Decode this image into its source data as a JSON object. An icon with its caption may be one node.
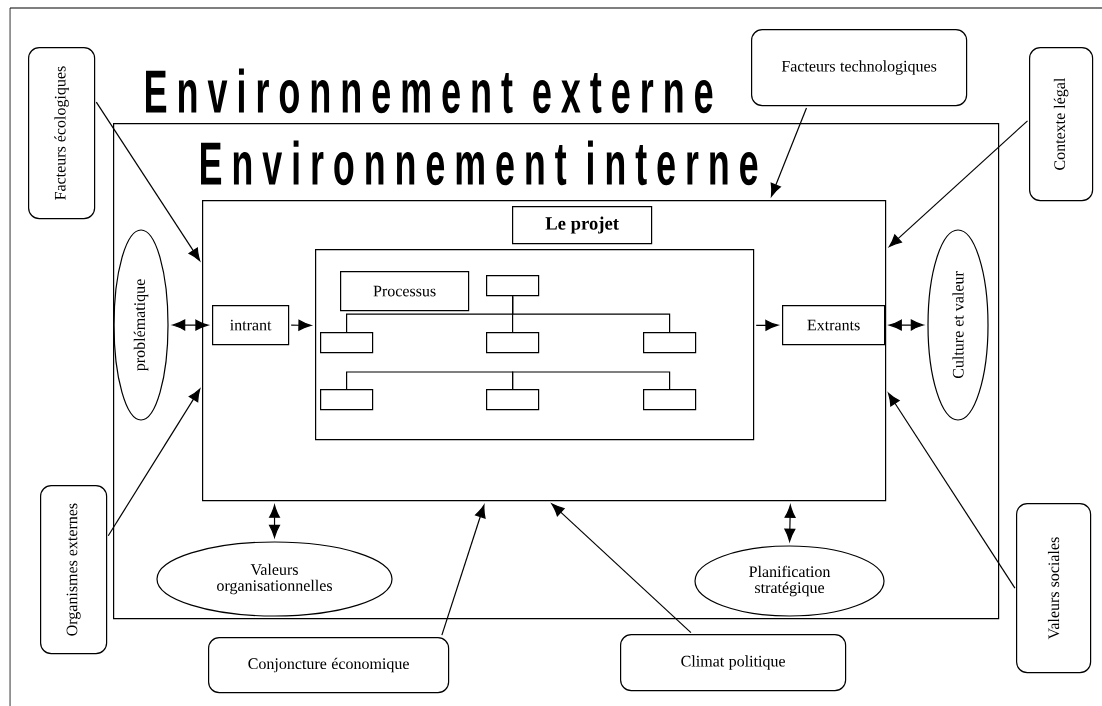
{
  "diagram": {
    "nodes": [
      {
        "text": [
          "Environnement externe"
        ]
      },
      {
        "text": [
          "Environnement interne"
        ],
        "in": 0
      },
      {
        "text": [],
        "shape": "box",
        "in": 1
      },
      {
        "text": [
          "Le projet"
        ],
        "in": 2
      },
      {
        "text": [],
        "shape": "box",
        "in": 2
      },
      {
        "text": [
          "Processus"
        ],
        "in": 4
      },
      {
        "text": [],
        "shape": "box",
        "in": 4
      },
      {
        "text": [],
        "shape": "box",
        "in": 4
      },
      {
        "text": [],
        "shape": "box",
        "in": 4
      },
      {
        "text": [],
        "shape": "box",
        "in": 4
      },
      {
        "text": [],
        "shape": "box",
        "in": 4
      },
      {
        "text": [],
        "shape": "box",
        "in": 4
      },
      {
        "text": [],
        "shape": "box",
        "in": 4
      },
      {
        "text": [
          "intrant"
        ],
        "in": 2
      },
      {
        "text": [
          "Extrants"
        ],
        "in": 2
      },
      {
        "text": [
          "problématique"
        ],
        "in": 1
      },
      {
        "text": [
          "Culture et  valeur"
        ],
        "in": 1
      },
      {
        "text": [
          "Valeurs organisationnelles"
        ],
        "in": 1
      },
      {
        "text": [
          "Planification stratégique"
        ],
        "in": 1
      },
      {
        "text": [
          "Facteurs écologiques"
        ],
        "in": 0
      },
      {
        "text": [
          "Facteurs technologiques"
        ],
        "in": 0
      },
      {
        "text": [
          "Contexte légal"
        ],
        "in": 0
      },
      {
        "text": [
          "Organismes externes"
        ],
        "in": 0
      },
      {
        "text": [
          "Conjoncture économique"
        ],
        "in": 0
      },
      {
        "text": [
          "Climat politique"
        ],
        "in": 0
      },
      {
        "text": [
          "Valeurs sociales"
        ],
        "in": 0
      }
    ],
    "edges": [
      {
        "from": 15,
        "to": 13,
        "arrow": "both"
      },
      {
        "from": 13,
        "to": 4,
        "arrow": "to"
      },
      {
        "from": 4,
        "to": 14,
        "arrow": "to"
      },
      {
        "from": 14,
        "to": 16,
        "arrow": "both"
      },
      {
        "from": 19,
        "to": 2,
        "arrow": "to"
      },
      {
        "from": 20,
        "to": 2,
        "arrow": "to"
      },
      {
        "from": 21,
        "to": 2,
        "arrow": "to"
      },
      {
        "from": 22,
        "to": 2,
        "arrow": "to"
      },
      {
        "from": 23,
        "to": 2,
        "arrow": "to"
      },
      {
        "from": 24,
        "to": 2,
        "arrow": "to"
      },
      {
        "from": 25,
        "to": 2,
        "arrow": "to"
      },
      {
        "from": 2,
        "to": 17,
        "arrow": "both"
      },
      {
        "from": 2,
        "to": 18,
        "arrow": "both"
      },
      {
        "from": 6,
        "to": 7,
        "arrow": "none"
      },
      {
        "from": 6,
        "to": 8,
        "arrow": "none"
      },
      {
        "from": 6,
        "to": 9,
        "arrow": "none"
      },
      {
        "from": 11,
        "to": 10,
        "arrow": "none"
      },
      {
        "from": 11,
        "to": 12,
        "arrow": "none"
      }
    ]
  }
}
